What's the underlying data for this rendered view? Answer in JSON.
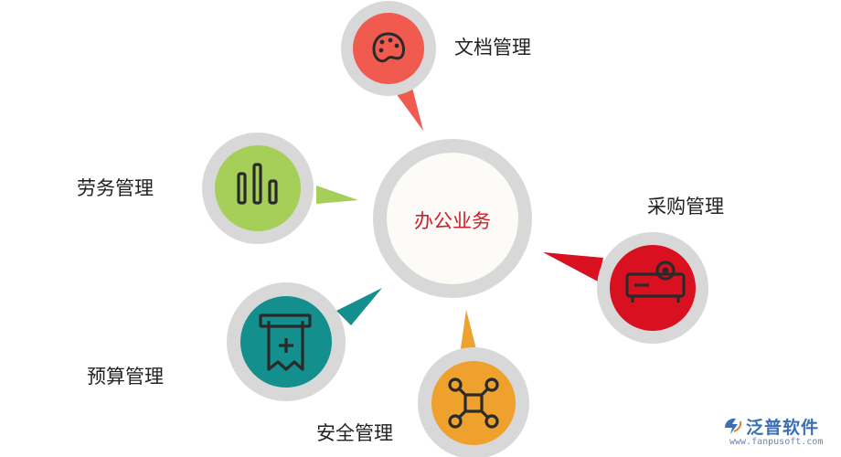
{
  "center": {
    "label": "办公业务",
    "ring_color": "#d9d8d8",
    "fill": "#fdfbf8",
    "text_color": "#d0202a"
  },
  "nodes": [
    {
      "id": "document",
      "label": "文档管理",
      "color": "#f05a4f",
      "icon": "palette-icon"
    },
    {
      "id": "labor",
      "label": "劳务管理",
      "color": "#a6cf5a",
      "icon": "bar-chart-icon"
    },
    {
      "id": "procurement",
      "label": "采购管理",
      "color": "#d9101f",
      "icon": "projector-icon"
    },
    {
      "id": "budget",
      "label": "预算管理",
      "color": "#138f8d",
      "icon": "receipt-icon"
    },
    {
      "id": "safety",
      "label": "安全管理",
      "color": "#eea12d",
      "icon": "drone-icon"
    }
  ],
  "brand": {
    "name": "泛普软件",
    "url": "www.fanpusoft.com",
    "color": "#3a6fb4"
  }
}
